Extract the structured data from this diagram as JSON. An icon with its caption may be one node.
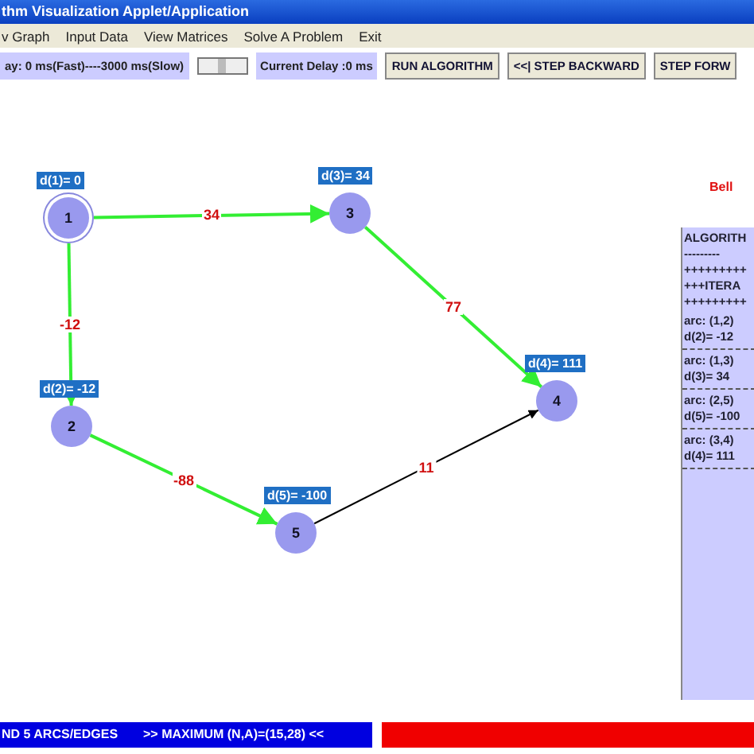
{
  "diagram": {
    "nodes": [
      {
        "text": [
          "1"
        ],
        "beside": [
          "d(1)= 0"
        ]
      },
      {
        "text": [
          "2"
        ],
        "beside": [
          "d(2)= -12"
        ]
      },
      {
        "text": [
          "3"
        ],
        "beside": [
          "d(3)= 34"
        ]
      },
      {
        "text": [
          "4"
        ],
        "beside": [
          "d(4)= 111"
        ]
      },
      {
        "text": [
          "5"
        ],
        "beside": [
          "d(5)= -100"
        ]
      }
    ],
    "edges": [
      {
        "from": 0,
        "to": 2,
        "arrow": "to",
        "label": "34"
      },
      {
        "from": 0,
        "to": 1,
        "arrow": "to",
        "label": "-12"
      },
      {
        "from": 2,
        "to": 3,
        "arrow": "to",
        "label": "77"
      },
      {
        "from": 1,
        "to": 4,
        "arrow": "to",
        "label": "-88"
      },
      {
        "from": 4,
        "to": 3,
        "arrow": "to",
        "label": "11",
        "color": "#000000"
      }
    ],
    "labels": [
      "thm Visualization Applet/Application",
      "v Graph",
      "Input Data",
      "View Matrices",
      "Solve A Problem",
      "Exit",
      "ay: 0 ms(Fast)----3000 ms(Slow)",
      "Current Delay :0 ms",
      "RUN ALGORITHM",
      "<<| STEP BACKWARD",
      "STEP FORW",
      "Bell",
      "ALGORITH",
      "---------",
      "+++++++++",
      "+++ITERA",
      "+++++++++",
      "arc: (1,2)",
      "d(2)= -12",
      "arc: (1,3)",
      "d(3)= 34",
      "arc: (2,5)",
      "d(5)= -100",
      "arc: (3,4)",
      "d(4)= 111",
      "ND 5 ARCS/EDGES",
      ">> MAXIMUM (N,A)=(15,28) <<"
    ]
  }
}
